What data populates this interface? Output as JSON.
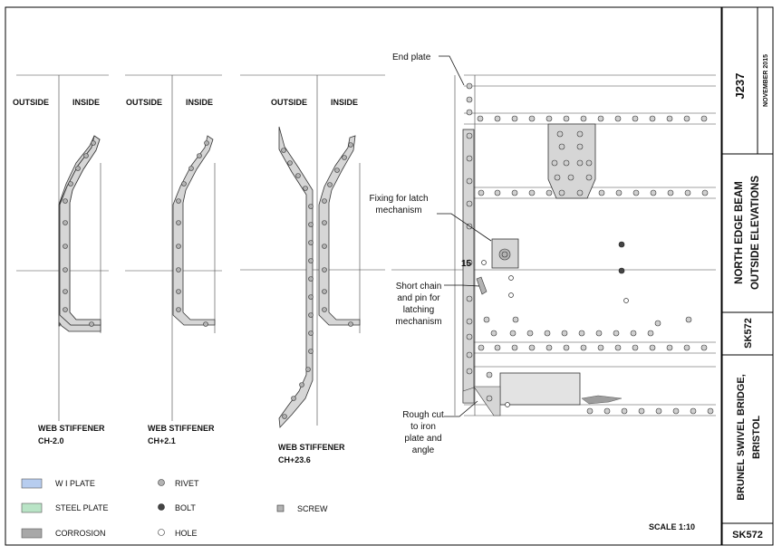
{
  "title_block": {
    "job_number": "J237",
    "date": "NOVEMBER 2015",
    "drawing_title_line1": "NORTH EDGE BEAM",
    "drawing_title_line2": "OUTSIDE ELEVATIONS",
    "sheet_ref": "SK572",
    "project_line1": "BRUNEL SWIVEL BRIDGE,",
    "project_line2": "BRISTOL",
    "sheet_ref_bottom": "SK572"
  },
  "stiffeners": [
    {
      "outside": "OUTSIDE",
      "inside": "INSIDE",
      "name": "WEB STIFFENER",
      "ref": "CH-2.0"
    },
    {
      "outside": "OUTSIDE",
      "inside": "INSIDE",
      "name": "WEB STIFFENER",
      "ref": "CH+2.1"
    },
    {
      "outside": "OUTSIDE",
      "inside": "INSIDE",
      "name": "WEB STIFFENER",
      "ref": "CH+23.6"
    }
  ],
  "annotations": {
    "end_plate": "End plate",
    "fixing_line1": "Fixing for latch",
    "fixing_line2": "mechanism",
    "number_15": "15",
    "chain_line1": "Short chain",
    "chain_line2": "and pin for",
    "chain_line3": "latching",
    "chain_line4": "mechanism",
    "rough_line1": "Rough cut",
    "rough_line2": "to iron",
    "rough_line3": "plate and",
    "rough_line4": "angle"
  },
  "legend": {
    "wi_plate": "W I PLATE",
    "steel_plate": "STEEL PLATE",
    "corrosion": "CORROSION",
    "rivet": "RIVET",
    "bolt": "BOLT",
    "hole": "HOLE",
    "screw": "SCREW"
  },
  "colors": {
    "wi_plate": "#b7cdef",
    "steel_plate": "#b9e4c6",
    "plate_grey": "#d9d9d9",
    "rivet_fill": "#b3b3b3",
    "bolt_fill": "#444444"
  },
  "scale": "SCALE 1:10"
}
